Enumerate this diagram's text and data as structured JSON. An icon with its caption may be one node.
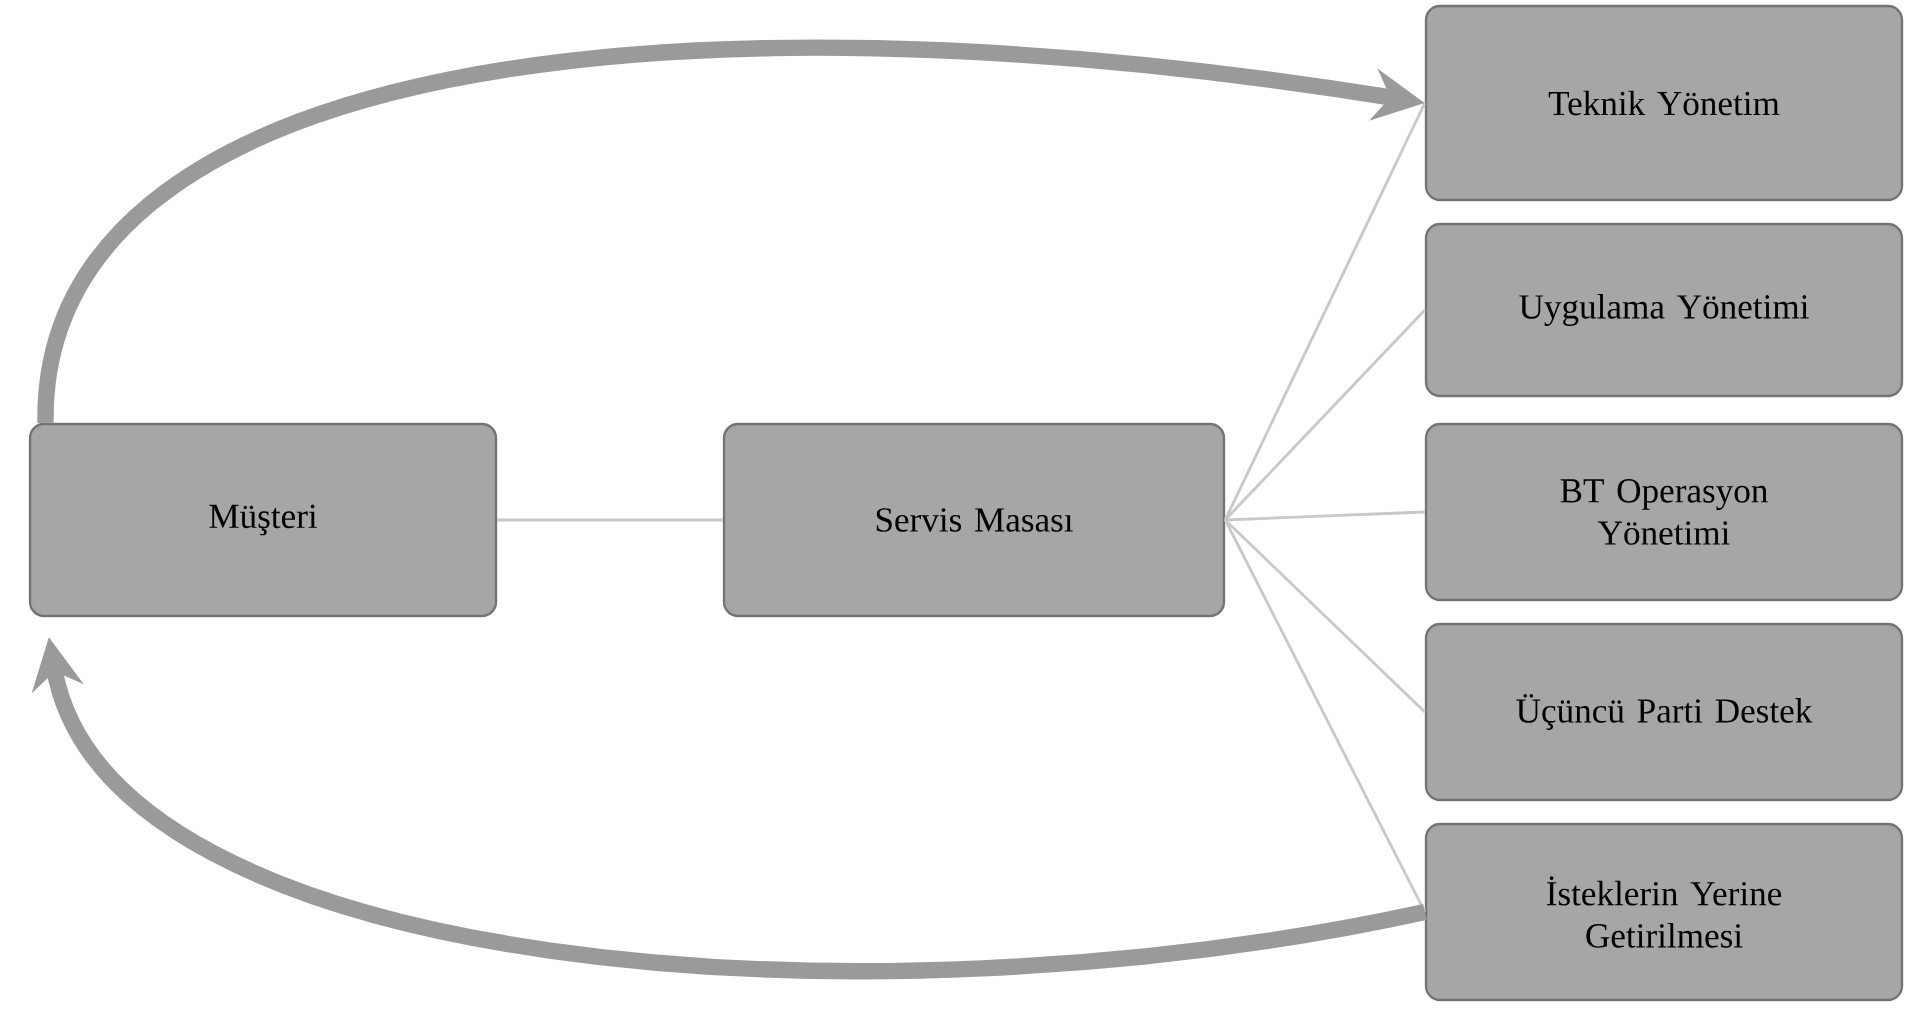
{
  "diagram": {
    "nodes": [
      {
        "text": [
          "Müşteri"
        ]
      },
      {
        "text": [
          "Servis Masası"
        ]
      },
      {
        "text": [
          "Teknik Yönetim"
        ]
      },
      {
        "text": [
          "Uygulama Yönetimi"
        ]
      },
      {
        "text": [
          "BT Operasyon Yönetimi"
        ]
      },
      {
        "text": [
          "Üçüncü Parti Destek"
        ]
      },
      {
        "text": [
          "İsteklerin Yerine Getirilmesi"
        ]
      }
    ],
    "edges": [
      {
        "from": 0,
        "to": 1,
        "arrow": "none"
      },
      {
        "from": 1,
        "to": 2,
        "arrow": "none"
      },
      {
        "from": 1,
        "to": 3,
        "arrow": "none"
      },
      {
        "from": 1,
        "to": 4,
        "arrow": "none"
      },
      {
        "from": 1,
        "to": 5,
        "arrow": "none"
      },
      {
        "from": 1,
        "to": 6,
        "arrow": "none"
      },
      {
        "from": 0,
        "to": 2,
        "arrow": "to",
        "style": "thick",
        "color": "#9a9a9a"
      },
      {
        "from": 6,
        "to": 0,
        "arrow": "to",
        "style": "thick",
        "color": "#9a9a9a"
      }
    ]
  }
}
